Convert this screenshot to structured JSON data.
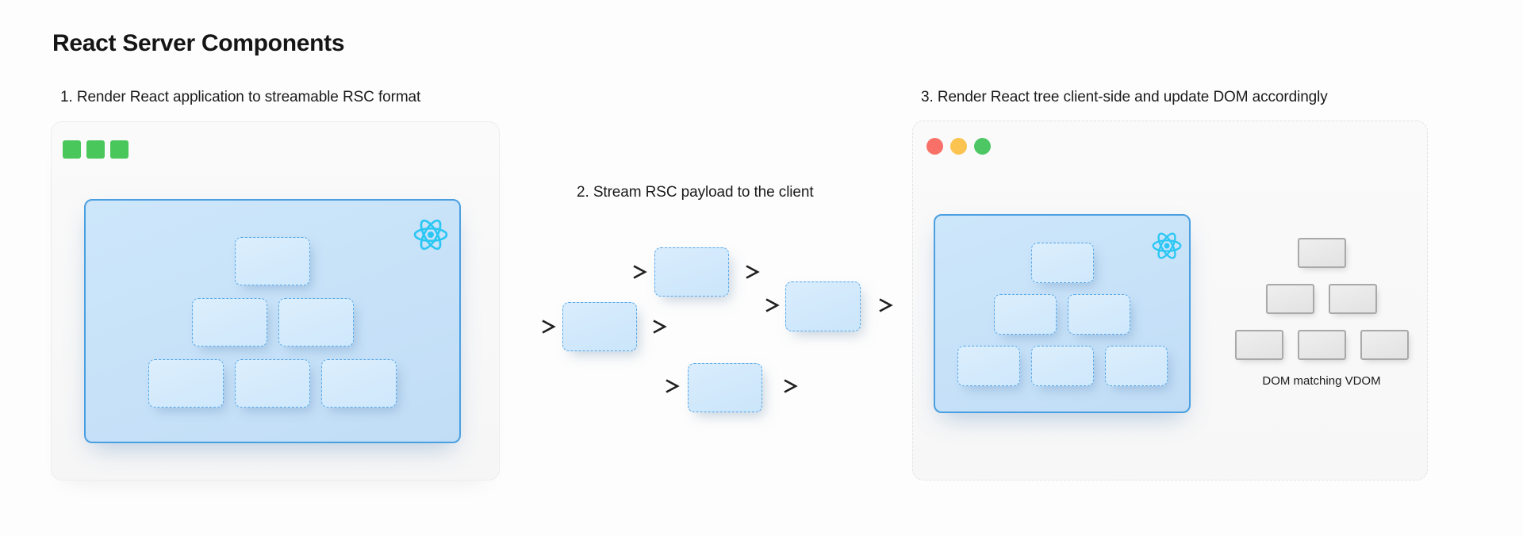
{
  "page": {
    "title": "React Server Components",
    "background_color": "#fdfdfd"
  },
  "steps": [
    {
      "label": "1. Render React application to streamable RSC format"
    },
    {
      "label": "2. Stream RSC payload to the client"
    },
    {
      "label": "3. Render React tree client-side and update DOM accordingly"
    }
  ],
  "server_window": {
    "window_square_color": "#4ac75b",
    "window_squares": [
      "#4ac75b",
      "#4ac75b",
      "#4ac75b"
    ],
    "react_logo_color": "#2bc7f4",
    "tree_rows": [
      1,
      2,
      3
    ]
  },
  "stream": {
    "chunk_count": 4,
    "arrow_color": "#1f1f1f",
    "chunk_border_color": "#56a8ea"
  },
  "client_window": {
    "traffic_lights": [
      "#f87068",
      "#fbc34f",
      "#4cc764"
    ],
    "react_logo_color": "#2bc7f4",
    "vdom_tree_rows": [
      1,
      2,
      3
    ],
    "dom_tree_rows": [
      1,
      2,
      3
    ],
    "dom_label": "DOM matching VDOM"
  },
  "colors": {
    "vdom_panel_fill": "#c7e2f8",
    "vdom_panel_border": "#4a9fe0",
    "vdom_box_border": "#56a8ea",
    "dom_box_border": "#a9a9a9",
    "dom_box_fill": "#e7e7e7",
    "text": "#1b1b1b"
  }
}
